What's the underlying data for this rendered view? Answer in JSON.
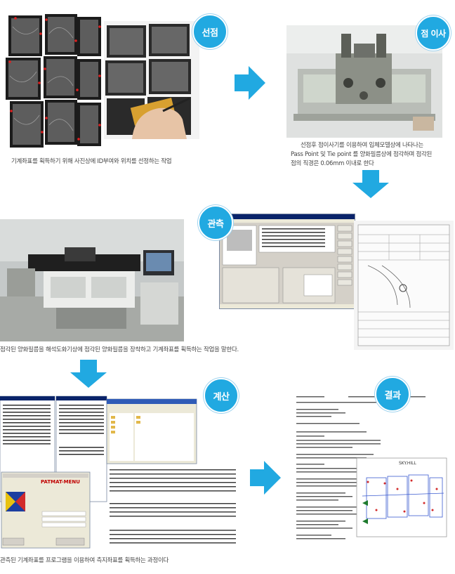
{
  "colors": {
    "accent": "#21a9e1"
  },
  "steps": {
    "select": {
      "badge": "선점",
      "caption": "기계좌표를 획득하기 위해 사진상에 ID부여와 위치를 선정하는 작업"
    },
    "transfer": {
      "badge": "점 이사",
      "caption_lines": [
        "선점후 점이사기를 이용하여 입체모델상에 나타나는",
        "Pass Point 및 Tie point 를 양화필름상에 점각하며 점각된",
        "점의 직경은 0.06mm 이내로 한다"
      ]
    },
    "observe": {
      "badge": "관측",
      "caption": "점각된 양화필름을  해석도화기상에 점각된 양화필름을 장착하고 기계좌표를 획득하는 작업을 말한다."
    },
    "compute": {
      "badge": "계산",
      "caption": "관측된 기계좌표를  프로그램을  이용하여 측지좌표를 획득하는 과정이다",
      "window_title": "PATMAT-MENU"
    },
    "result": {
      "badge": "결과",
      "plot_title": "SKY.HILL"
    }
  },
  "arrows": [
    {
      "name": "arrow-right-select-to-transfer",
      "direction": "right"
    },
    {
      "name": "arrow-down-transfer-to-observe",
      "direction": "down"
    },
    {
      "name": "arrow-down-observe-to-compute",
      "direction": "down"
    },
    {
      "name": "arrow-right-compute-to-result",
      "direction": "right"
    }
  ]
}
